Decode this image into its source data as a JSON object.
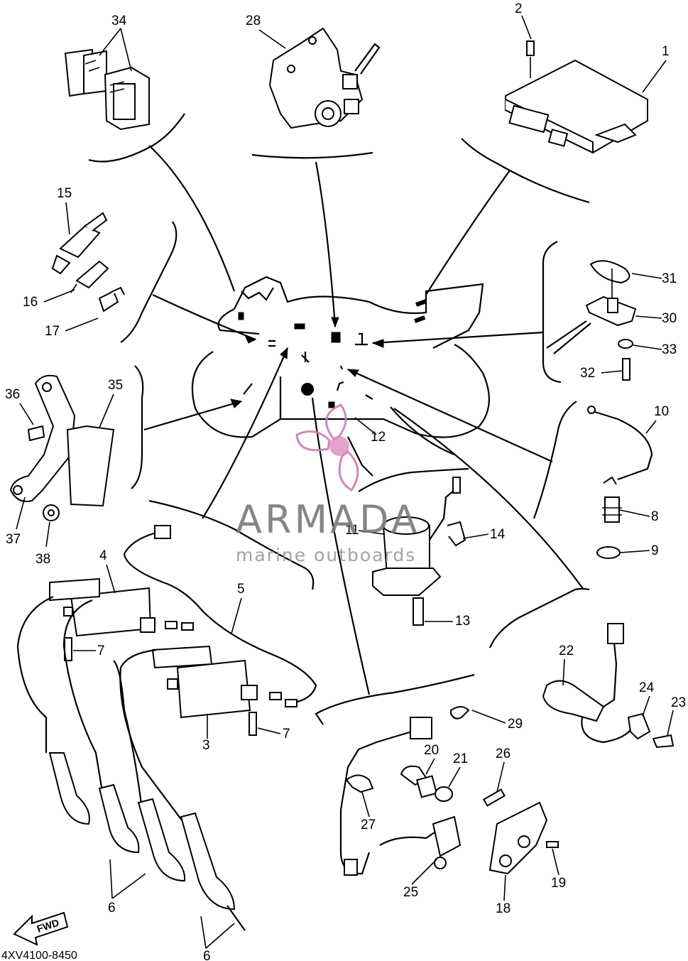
{
  "diagram": {
    "part_numbers": [
      "1",
      "2",
      "3",
      "4",
      "5",
      "6",
      "7",
      "8",
      "9",
      "10",
      "11",
      "12",
      "13",
      "14",
      "15",
      "16",
      "17",
      "18",
      "19",
      "20",
      "21",
      "22",
      "23",
      "24",
      "25",
      "26",
      "27",
      "28",
      "29",
      "30",
      "31",
      "32",
      "33",
      "34",
      "35",
      "36",
      "37",
      "38"
    ],
    "drawing_code": "4XV4100-8450",
    "forward_arrow_label": "FWD"
  },
  "watermark": {
    "brand": "ARMADA",
    "tagline": "marine outboards",
    "colors": {
      "logo_pink": "#e39ac4",
      "logo_pink_dark": "#d07cb0",
      "text_gray": "#7a7a7a"
    }
  }
}
